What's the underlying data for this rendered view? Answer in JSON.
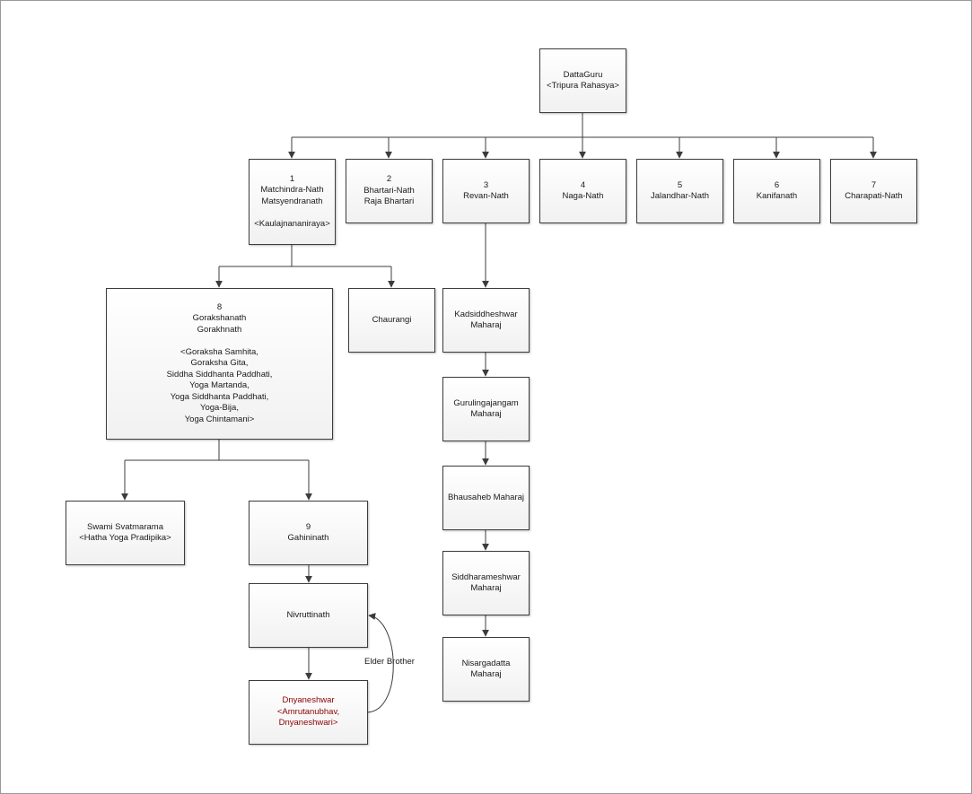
{
  "nodes": {
    "datta": "DattaGuru\n<Tripura Rahasya>",
    "n1": "1\nMatchindra-Nath\nMatsyendranath\n\n<Kaulajnananiraya>",
    "n2": "2\nBhartari-Nath\nRaja Bhartari",
    "n3": "3\nRevan-Nath",
    "n4": "4\nNaga-Nath",
    "n5": "5\nJalandhar-Nath",
    "n6": "6\nKanifanath",
    "n7": "7\nCharapati-Nath",
    "n8": "8\nGorakshanath\nGorakhnath\n\n<Goraksha Samhita,\nGoraksha Gita,\nSiddha Siddhanta Paddhati,\nYoga Martanda,\nYoga Siddhanta Paddhati,\nYoga-Bija,\nYoga Chintamani>",
    "chaurangi": "Chaurangi",
    "svatmarama": "Swami Svatmarama\n<Hatha Yoga Pradipika>",
    "n9": "9\nGahininath",
    "nivrutti": "Nivruttinath",
    "dnyaneshwar": "Dnyaneshwar\n<Amrutanubhav,\nDnyaneshwari>",
    "kadsiddheshwar": "Kadsiddheshwar\nMaharaj",
    "gurulinga": "Gurulingajangam\nMaharaj",
    "bhausaheb": "Bhausaheb Maharaj",
    "siddharameshwar": "Siddharameshwar\nMaharaj",
    "nisargadatta": "Nisargadatta\nMaharaj"
  },
  "edge_labels": {
    "elder_brother": "Elder Brother"
  },
  "colors": {
    "highlight_text": "#8b0000",
    "line": "#3c3c3c"
  }
}
